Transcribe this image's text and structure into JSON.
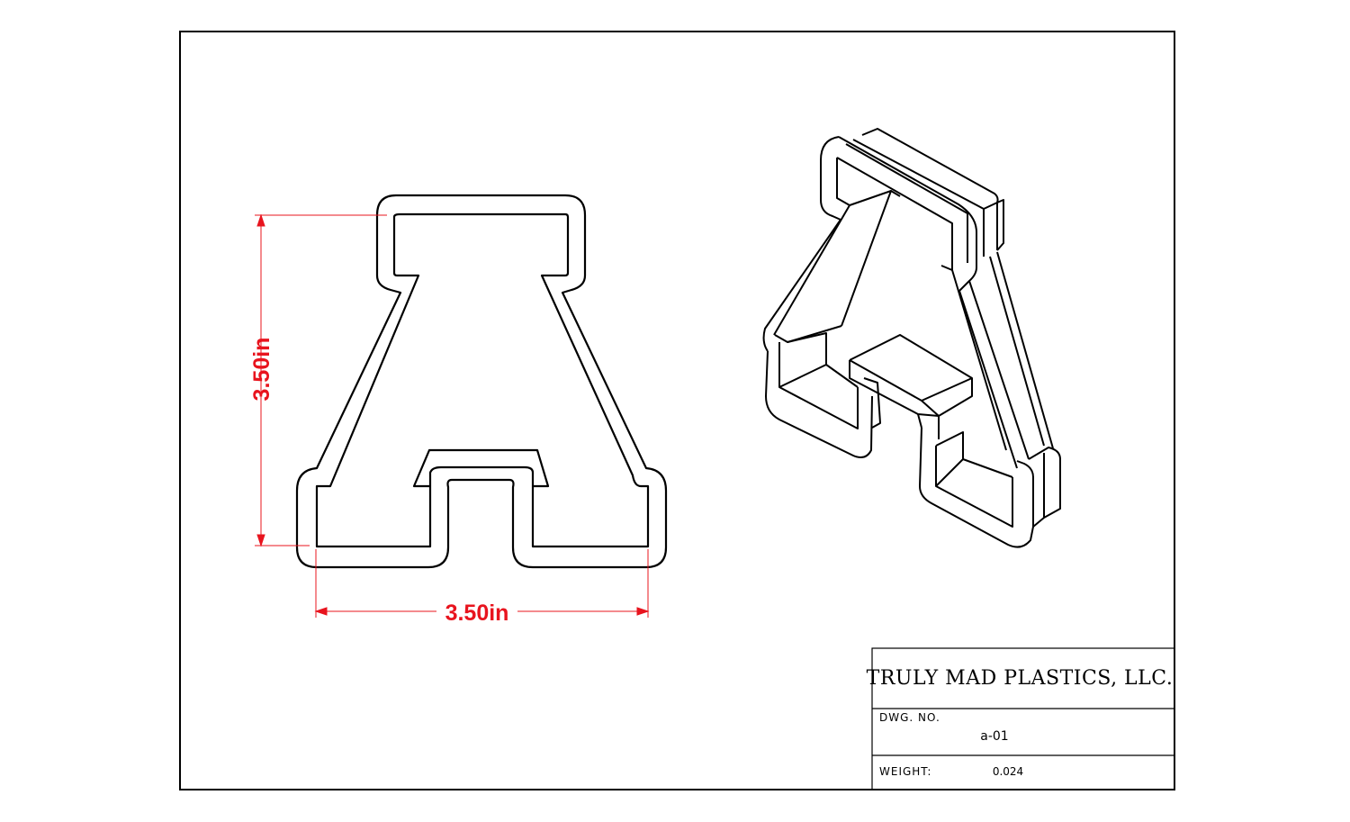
{
  "drawing": {
    "dimensions": {
      "height_label": "3.50in",
      "width_label": "3.50in"
    },
    "colors": {
      "dimension": "#e8141e",
      "line": "#000000"
    }
  },
  "title_block": {
    "company": "TRULY MAD PLASTICS, LLC.",
    "dwg_no_label": "DWG. NO.",
    "dwg_no_value": "a-01",
    "weight_label": "WEIGHT:",
    "weight_value": "0.024"
  }
}
